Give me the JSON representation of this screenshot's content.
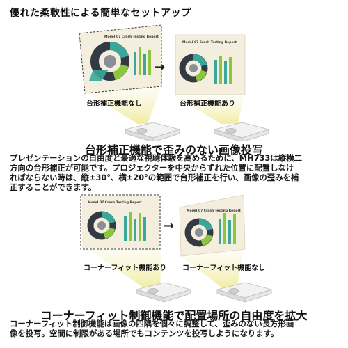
{
  "heading": "優れた柔軟性による簡単なセットアップ",
  "top": {
    "report_title": "Model 07 Crash Testing Report",
    "arrow": "→",
    "left_caption": "台形補正機能なし",
    "right_caption": "台形補正機能あり"
  },
  "keystone": {
    "title": "台形補正機能で歪みのない画像投写",
    "lines": [
      "プレゼンテーションの自由度と最適な視聴体験を高めるために、MH733は縦横二",
      "方向の台形補正が可能です。プロジェクターを中央からずれた位置に配置しなけ",
      "ればならない時は、縦±30°、横±20°の範囲で台形補正を行い、画像の歪みを補",
      "正することができます。"
    ]
  },
  "bottom": {
    "report_title": "Model 07 Crash Testing Report",
    "arrow": "→",
    "left_caption": "コーナーフィット機能あり",
    "right_caption": "コーナーフィット機能なし"
  },
  "cornerfit": {
    "title": "コーナーフィット制御機能で配置場所の自由度を拡大",
    "lines": [
      "コーナーフィット制御機能は画像の四隅を個々に調整して、歪みのない長方形画",
      "像を投写。空間に制限がある場所でもコンテンツを投写しようになります。"
    ]
  },
  "colors": {
    "slide_bg": "#f3eedd",
    "teal": "#3aa79a",
    "green": "#8cc63f",
    "dark": "#333a44",
    "beam": "#f4f0b8"
  }
}
